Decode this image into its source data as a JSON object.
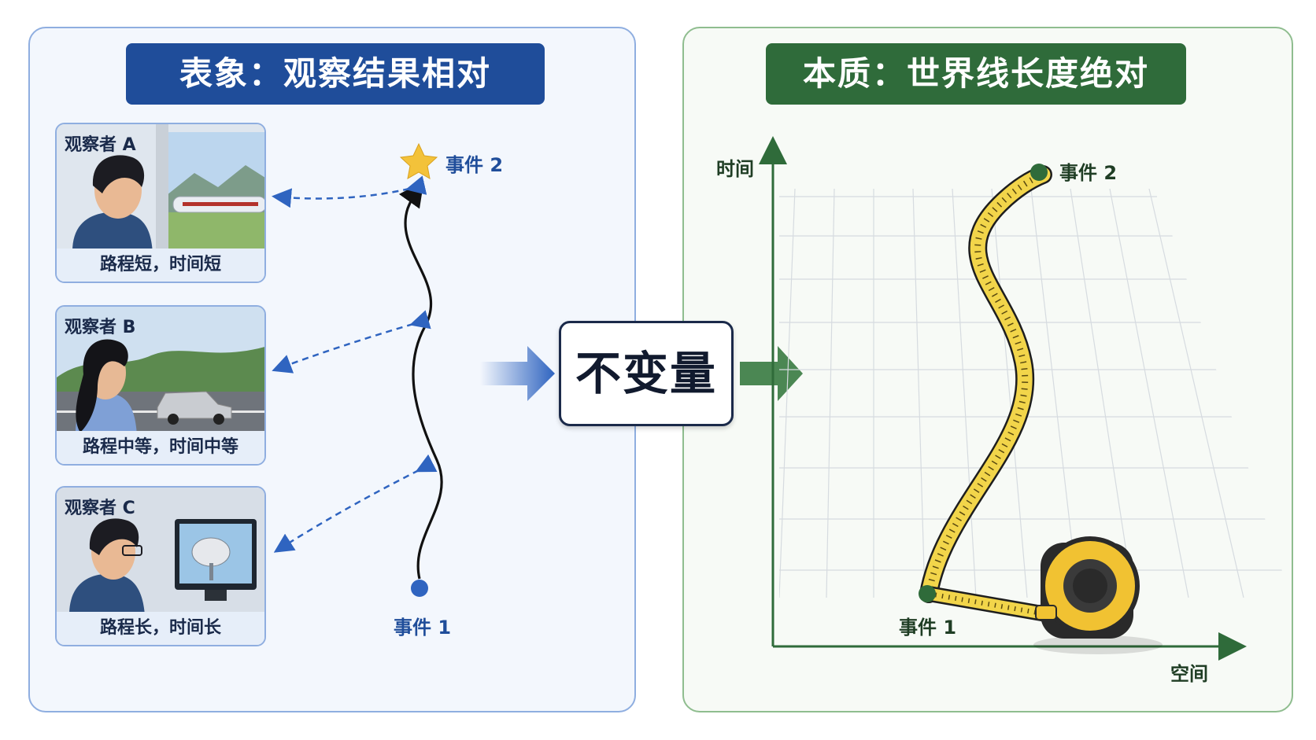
{
  "left_panel": {
    "title": "表象：观察结果相对",
    "observers": [
      {
        "title": "观察者 A",
        "caption": "路程短，时间短",
        "scene": "train"
      },
      {
        "title": "观察者 B",
        "caption": "路程中等，时间中等",
        "scene": "car"
      },
      {
        "title": "观察者 C",
        "caption": "路程长，时间长",
        "scene": "satellite-dish"
      }
    ],
    "event_top": "事件 2",
    "event_bottom": "事件 1",
    "event_top_icon": "star-icon"
  },
  "center": {
    "label": "不变量"
  },
  "right_panel": {
    "title": "本质：世界线长度绝对",
    "y_axis_label": "时间",
    "x_axis_label": "空间",
    "event_top": "事件 2",
    "event_bottom": "事件 1",
    "measuring_tool": "tape-measure-icon"
  },
  "colors": {
    "left_accent": "#1f4d9a",
    "right_accent": "#2f6b3a",
    "tape": "#f2d54a"
  }
}
